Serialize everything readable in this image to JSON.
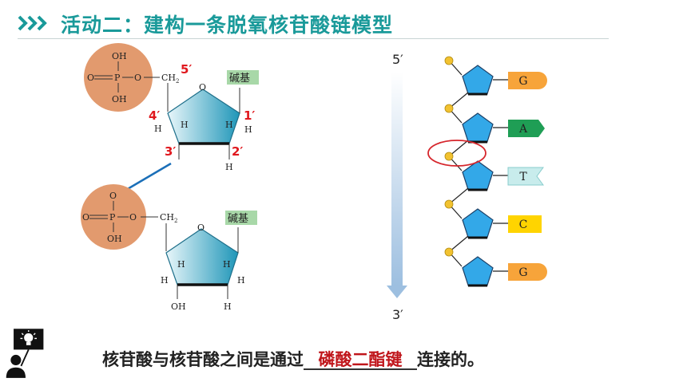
{
  "header": {
    "title": "活动二：建构一条脱氧核苷酸链模型"
  },
  "left_diagram": {
    "phosphate_top": {
      "oh_top": "OH",
      "o_left": "O",
      "p": "P",
      "o_right": "O",
      "oh_bottom": "OH"
    },
    "ch2": "CH",
    "ch2_sub": "2",
    "ring_o": "O",
    "h": "H",
    "base_label": "碱基",
    "carbon_labels": {
      "c5": "5′",
      "c4": "4′",
      "c1": "1′",
      "c3": "3′",
      "c2": "2′"
    },
    "phosphate_bottom": {
      "o_top": "O",
      "o_left": "O",
      "p": "P",
      "o_right": "O",
      "oh_bottom": "OH"
    },
    "oh_bottom_sugar": "OH"
  },
  "strand": {
    "end_top": "5′",
    "end_bottom": "3′",
    "bases": [
      "G",
      "A",
      "T",
      "C",
      "G"
    ],
    "base_colors": [
      "#f7a43a",
      "#1f9e55",
      "#c8ecec",
      "#ffd400",
      "#f7a43a"
    ],
    "pentagon_color": "#33a8e8",
    "phosphate_color": "#f2c230",
    "highlight_color": "#d6262c"
  },
  "caption": {
    "before": "核苷酸与核苷酸之间是通过",
    "answer": "磷酸二酯键",
    "after": "连接的。"
  }
}
